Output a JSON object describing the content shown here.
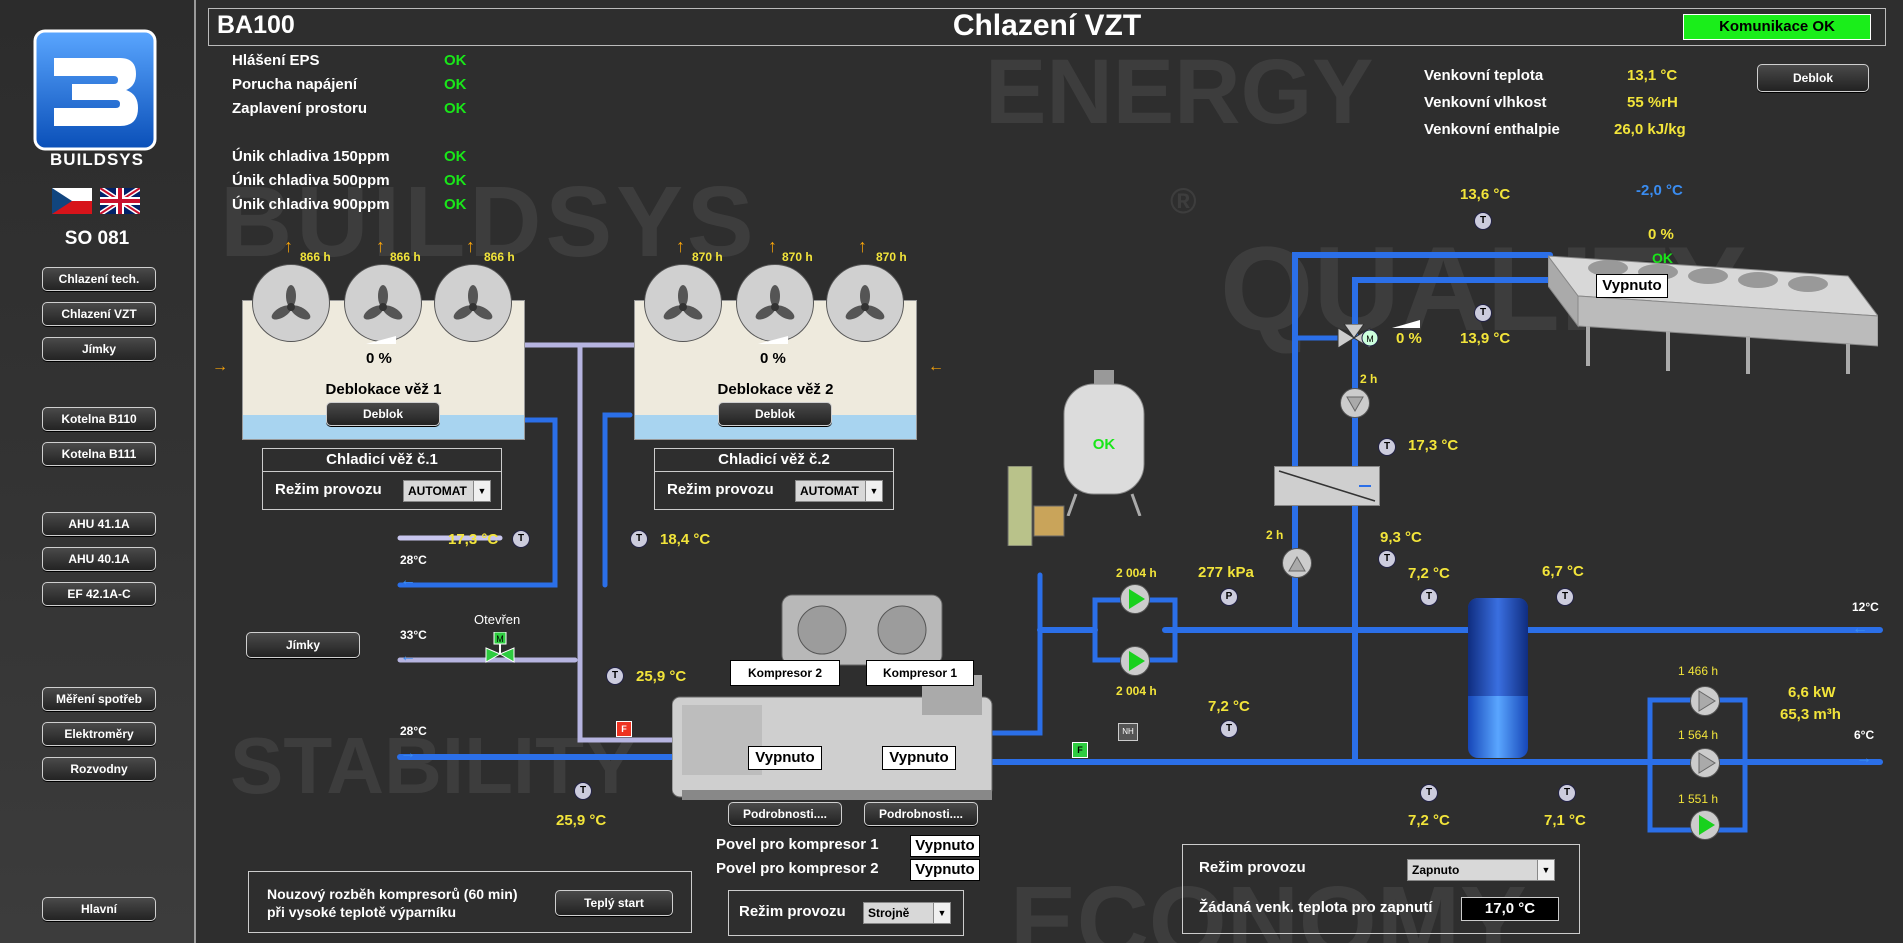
{
  "sidebar": {
    "logo_text": "BUILDSYS",
    "site_code": "SO 081",
    "nav": [
      "Chlazení tech.",
      "Chlazení VZT",
      "Jímky",
      "Kotelna B110",
      "Kotelna B111",
      "AHU 41.1A",
      "AHU 40.1A",
      "EF 42.1A-C",
      "Měření spotřeb",
      "Elektroměry",
      "Rozvodny"
    ],
    "home_label": "Hlavní"
  },
  "header": {
    "code": "BA100",
    "title": "Chlazení VZT",
    "comm_status": "Komunikace OK"
  },
  "watermarks": [
    "ENERGY",
    "BUILDSYS",
    "QUALITY",
    "STABILITY",
    "ECONOMY",
    "®"
  ],
  "alarms": [
    {
      "label": "Hlášení EPS",
      "value": "OK"
    },
    {
      "label": "Porucha napájení",
      "value": "OK"
    },
    {
      "label": "Zaplavení prostoru",
      "value": "OK"
    },
    {
      "label": "Únik chladiva 150ppm",
      "value": "OK"
    },
    {
      "label": "Únik chladiva 500ppm",
      "value": "OK"
    },
    {
      "label": "Únik chladiva 900ppm",
      "value": "OK"
    }
  ],
  "outdoor": {
    "temp_label": "Venkovní teplota",
    "temp_value": "13,1 °C",
    "hum_label": "Venkovní vlhkost",
    "hum_value": "55 %rH",
    "enth_label": "Venkovní enthalpie",
    "enth_value": "26,0 kJ/kg",
    "deblok_label": "Deblok"
  },
  "towers": [
    {
      "fan_hours": [
        "866 h",
        "866 h",
        "866 h"
      ],
      "fan_pct": "0 %",
      "deblock_title": "Deblokace věž 1",
      "deblock_btn": "Deblok",
      "panel_title": "Chladicí věž č.1",
      "mode_label": "Režim provozu",
      "mode_value": "AUTOMAT"
    },
    {
      "fan_hours": [
        "870 h",
        "870 h",
        "870 h"
      ],
      "fan_pct": "0 %",
      "deblock_title": "Deblokace věž 2",
      "deblock_btn": "Deblok",
      "panel_title": "Chladicí věž č.2",
      "mode_label": "Režim provozu",
      "mode_value": "AUTOMAT"
    }
  ],
  "condenser": {
    "label_28_return": "28°C",
    "label_33": "33°C",
    "label_28_supply": "28°C",
    "temp_return": "17,3 °C",
    "temp_tower_out": "18,4 °C",
    "temp_after_valve": "25,9 °C",
    "temp_supply": "25,9 °C",
    "valve_state": "Otevřen",
    "jimky_label": "Jímky"
  },
  "chiller": {
    "comp2_label": "Kompresor 2",
    "comp1_label": "Kompresor 1",
    "comp2_state": "Vypnuto",
    "comp1_state": "Vypnuto",
    "detail_label": "Podrobnosti....",
    "cmd1_label": "Povel pro kompresor 1",
    "cmd1_value": "Vypnuto",
    "cmd2_label": "Povel pro kompresor 2",
    "cmd2_value": "Vypnuto",
    "mode_label": "Režim provozu",
    "mode_value": "Strojně",
    "emergency_text_1": "Nouzový rozběh kompresorů (60 min)",
    "emergency_text_2": "při vysoké teplotě výparníku",
    "warm_start": "Teplý start"
  },
  "evaporator": {
    "expansion_status": "OK",
    "pump_hours_top": "2 004 h",
    "pump_hours_bottom": "2 004 h",
    "pressure": "277 kPa",
    "temp_evap_out": "7,2 °C",
    "temp_tank_in_top": "7,2 °C",
    "temp_tank_out_top": "6,7 °C",
    "temp_tank_in_bottom": "7,2 °C",
    "temp_tank_out_bottom": "7,1 °C",
    "label_12": "12°C",
    "label_6": "6°C",
    "sec_pump_hours": [
      "1 466 h",
      "1 564 h",
      "1 551 h"
    ],
    "power": "6,6 kW",
    "flow": "65,3 m³h",
    "nh_label": "NH",
    "f_label": "F"
  },
  "freecooling": {
    "temp_outdoor_unit": "-2,0 °C",
    "unit_pct": "0 %",
    "unit_ok": "OK",
    "unit_state": "Vypnuto",
    "temp_supply_top": "13,6 °C",
    "temp_return_top": "13,9 °C",
    "valve_pct": "0 %",
    "pump_hours_a": "2 h",
    "pump_hours_b": "2 h",
    "temp_hx_top": "17,3 °C",
    "temp_hx_bottom": "9,3 °C",
    "mode_label": "Režim provozu",
    "mode_value": "Zapnuto",
    "setpoint_label": "Žádaná venk. teplota pro zapnutí",
    "setpoint_value": "17,0 °C"
  },
  "colors": {
    "ok": "#19e619",
    "value": "#f2e43a",
    "pipe": "#2b6fe8",
    "background": "#2e2e2e"
  }
}
